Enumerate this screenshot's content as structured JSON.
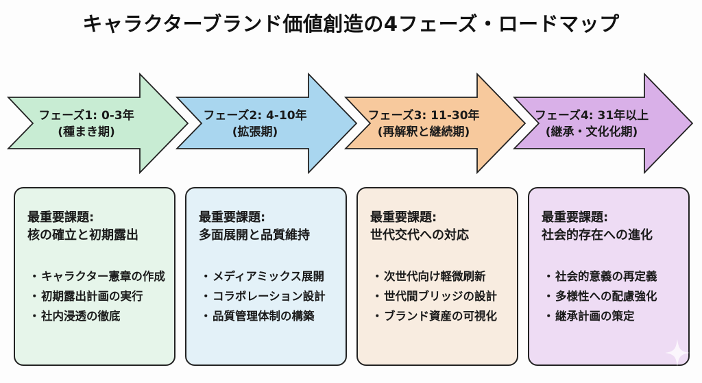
{
  "title": "キャラクターブランド価値創造の4フェーズ・ロードマップ",
  "colors": {
    "phase1_arrow": "#c8ecd3",
    "phase2_arrow": "#a9d6ef",
    "phase3_arrow": "#f7c99d",
    "phase4_arrow": "#d9b0e8",
    "phase1_card": "#e6f5ea",
    "phase2_card": "#e3f1f8",
    "phase3_card": "#f8ece0",
    "phase4_card": "#eedcf4",
    "outline": "#222222"
  },
  "bullet_glyph": "・",
  "phases": [
    {
      "label_line1": "フェーズ1: 0-3年",
      "label_line2": "(種まき期)",
      "heading_line1": "最重要課題:",
      "heading_line2": "核の確立と初期露出",
      "items": [
        "キャラクター憲章の作成",
        "初期露出計画の実行",
        "社内浸透の徹底"
      ]
    },
    {
      "label_line1": "フェーズ2: 4-10年",
      "label_line2": "(拡張期)",
      "heading_line1": "最重要課題:",
      "heading_line2": "多面展開と品質維持",
      "items": [
        "メディアミックス展開",
        "コラボレーション設計",
        "品質管理体制の構築"
      ]
    },
    {
      "label_line1": "フェーズ3: 11-30年",
      "label_line2": "(再解釈と継続期)",
      "heading_line1": "最重要課題:",
      "heading_line2": "世代交代への対応",
      "items": [
        "次世代向け軽微刷新",
        "世代間ブリッジの設計",
        "ブランド資産の可視化"
      ]
    },
    {
      "label_line1": "フェーズ4: 31年以上",
      "label_line2": "(継承・文化化期)",
      "heading_line1": "最重要課題:",
      "heading_line2": "社会的存在への進化",
      "items": [
        "社会的意義の再定義",
        "多様性への配慮強化",
        "継承計画の策定"
      ]
    }
  ]
}
